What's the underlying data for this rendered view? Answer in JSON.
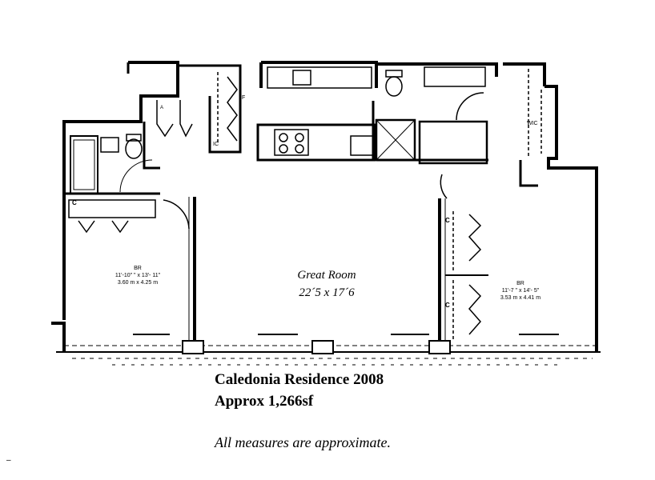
{
  "plan": {
    "great_room": {
      "name": "Great Room",
      "dims": "22´5 x 17´6"
    },
    "bedroom_left": {
      "name": "BR",
      "imperial": "11'-10\" \" x 13'- 11\"",
      "metric": "3.60 m x 4.25 m"
    },
    "bedroom_right": {
      "name": "BR",
      "imperial": "11'-7 \" x 14'- 5\"",
      "metric": "3.53 m x 4.41 m"
    },
    "closet_labels": {
      "c1": "C",
      "c2": "C",
      "c3": "C",
      "ic": "IC",
      "f": "F",
      "a": "A",
      "wic": "WIC"
    }
  },
  "caption": {
    "title": "Caledonia Residence 2008",
    "area": "Approx 1,266sf",
    "note": "All measures are approximate.",
    "stray_mark": "–"
  },
  "colors": {
    "wall": "#000000",
    "background": "#ffffff"
  }
}
